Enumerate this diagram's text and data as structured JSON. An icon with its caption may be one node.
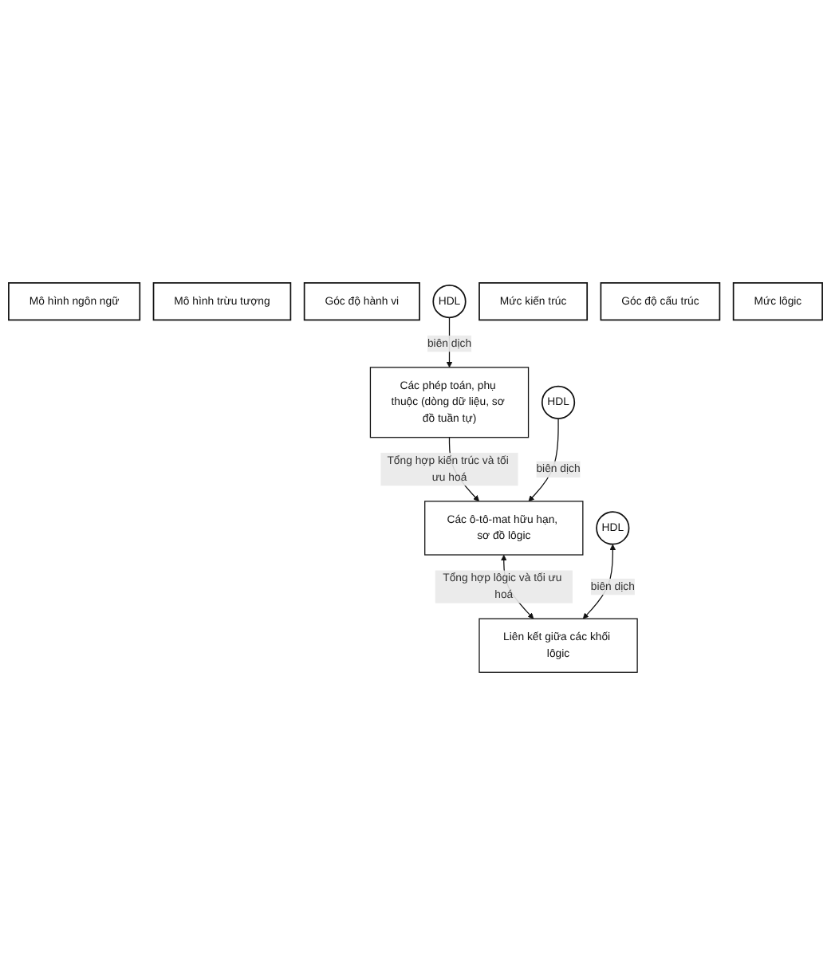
{
  "diagram": {
    "nodes": [
      {
        "text": [
          "Mô hình ngôn ngữ"
        ]
      },
      {
        "text": [
          "Mô hình trừu tượng"
        ]
      },
      {
        "text": [
          "Góc độ hành vi"
        ]
      },
      {
        "text": [
          "HDL"
        ]
      },
      {
        "text": [
          "Các phép toán, phụ thuộc (dòng dữ liệu, sơ đồ tuần tự)"
        ]
      },
      {
        "text": [
          "Mức kiến trúc"
        ]
      },
      {
        "text": [
          "HDL"
        ]
      },
      {
        "text": [
          "Các ô-tô-mat hữu hạn, sơ đồ lôgic"
        ]
      },
      {
        "text": [
          "Góc độ cấu trúc"
        ]
      },
      {
        "text": [
          "Mức lôgic"
        ]
      },
      {
        "text": [
          "HDL"
        ]
      },
      {
        "text": [
          "Liên kết giữa các khối lôgic"
        ]
      }
    ],
    "edges": [
      {
        "from": 3,
        "to": 4,
        "arrow": "to",
        "label": "biên dịch"
      },
      {
        "from": 4,
        "to": 7,
        "arrow": "to",
        "label": "Tổng hợp kiến trúc và tối ưu hoá"
      },
      {
        "from": 6,
        "to": 7,
        "arrow": "to",
        "label": "biên dịch"
      },
      {
        "from": 7,
        "to": 11,
        "arrow": "both",
        "label": "Tổng hợp lôgic và tối ưu hoá"
      },
      {
        "from": 10,
        "to": 11,
        "arrow": "both",
        "label": "biên dịch"
      }
    ]
  }
}
